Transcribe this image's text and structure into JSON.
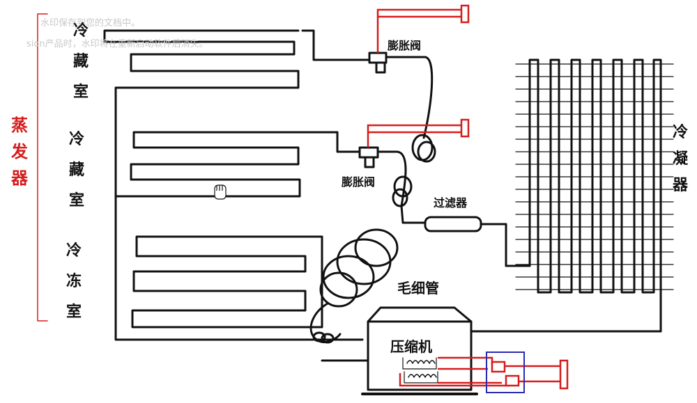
{
  "watermark": {
    "line1": "水印保存到您的文档中。",
    "line2": "sion产品时，水印将在重新启动软件后消失。"
  },
  "labels": {
    "evaporator": [
      "蒸",
      "发",
      "器"
    ],
    "fridge_top": [
      "冷",
      "藏",
      "室"
    ],
    "fridge_mid": [
      "冷",
      "藏",
      "室"
    ],
    "freezer": [
      "冷",
      "冻",
      "室"
    ],
    "condenser": [
      "冷",
      "凝",
      "器"
    ],
    "expansion_valve_top": "膨胀阀",
    "expansion_valve_mid": "膨胀阀",
    "filter": "过滤器",
    "capillary": "毛细管",
    "compressor": "压缩机"
  },
  "colors": {
    "line": "#111111",
    "red_wire": "#d61c1c",
    "box_blue": "#2a2ab0",
    "watermark": "#c8c8c8"
  }
}
